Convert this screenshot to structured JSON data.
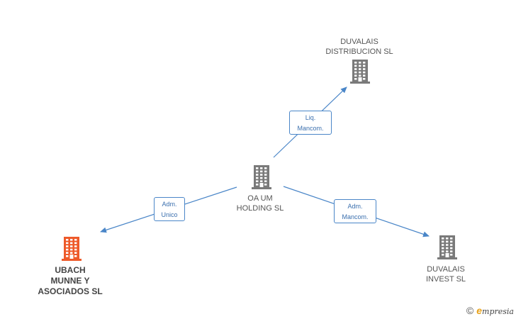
{
  "nodes": [
    {
      "id": "duvalais-distribucion",
      "lines": [
        "DUVALAIS",
        "DISTRIBUCION SL"
      ],
      "color": "#7a7a7a",
      "main": false
    },
    {
      "id": "oa-um-holding",
      "lines": [
        "OA UM",
        "HOLDING  SL"
      ],
      "color": "#7a7a7a",
      "main": false
    },
    {
      "id": "ubach-munne",
      "lines": [
        "UBACH",
        "MUNNE Y",
        "ASOCIADOS SL"
      ],
      "color": "#ee5a2a",
      "main": true
    },
    {
      "id": "duvalais-invest",
      "lines": [
        "DUVALAIS",
        "INVEST SL"
      ],
      "color": "#7a7a7a",
      "main": false
    }
  ],
  "edges": [
    {
      "from": "oa-um-holding",
      "to": "duvalais-distribucion",
      "lines": [
        "Liq.",
        "Mancom."
      ]
    },
    {
      "from": "oa-um-holding",
      "to": "ubach-munne",
      "lines": [
        "Adm.",
        "Unico"
      ]
    },
    {
      "from": "oa-um-holding",
      "to": "duvalais-invest",
      "lines": [
        "Adm.",
        "Mancom."
      ]
    }
  ],
  "colors": {
    "edge": "#4a86c8",
    "node_gray": "#7a7a7a",
    "node_main": "#ee5a2a"
  },
  "footer": {
    "copyright": "©",
    "brand_initial": "e",
    "brand_rest": "mpresia"
  }
}
